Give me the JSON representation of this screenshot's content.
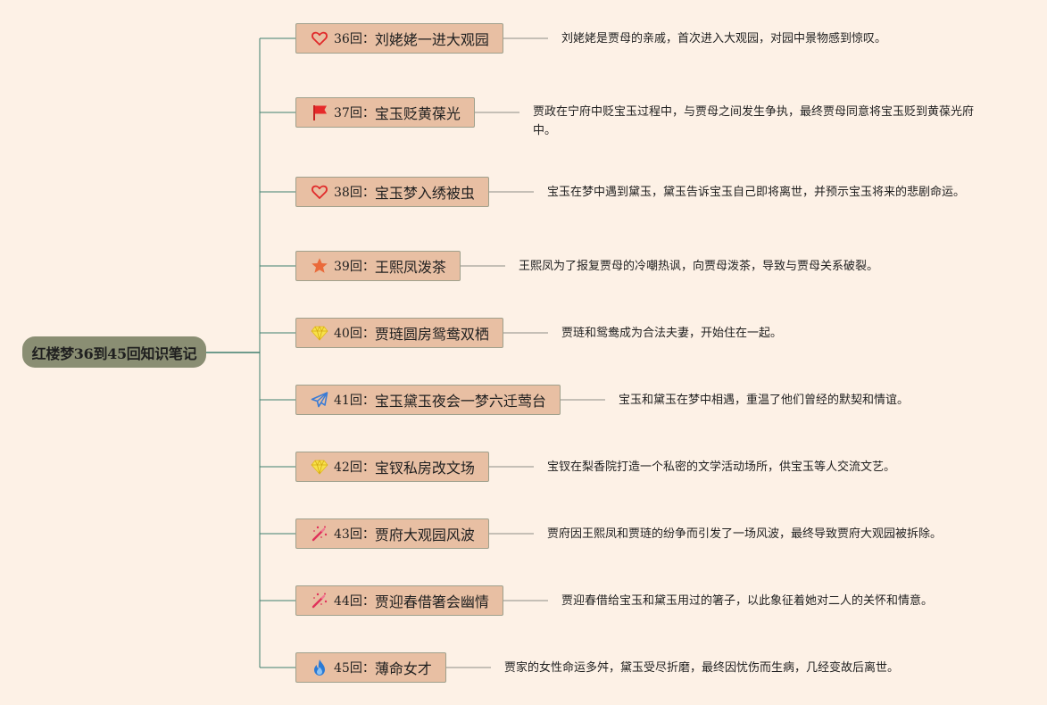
{
  "root": {
    "label": "红楼梦36到45回知识笔记"
  },
  "chapters": [
    {
      "number": "36回：",
      "title": "刘姥姥一进大观园",
      "icon": "heart-outline-icon",
      "desc": "刘姥姥是贾母的亲戚，首次进入大观园，对园中景物感到惊叹。"
    },
    {
      "number": "37回：",
      "title": "宝玉贬黄葆光",
      "icon": "red-flag-icon",
      "desc": "贾政在宁府中贬宝玉过程中，与贾母之间发生争执，最终贾母同意将宝玉贬到黄葆光府中。"
    },
    {
      "number": "38回：",
      "title": "宝玉梦入绣被虫",
      "icon": "heart-outline-icon",
      "desc": "宝玉在梦中遇到黛玉，黛玉告诉宝玉自己即将离世，并预示宝玉将来的悲剧命运。"
    },
    {
      "number": "39回：",
      "title": "王熙凤泼茶",
      "icon": "star-icon",
      "desc": "王熙凤为了报复贾母的冷嘲热讽，向贾母泼茶，导致与贾母关系破裂。"
    },
    {
      "number": "40回：",
      "title": "贾琏圆房鸳鸯双栖",
      "icon": "diamond-icon",
      "desc": "贾琏和鸳鸯成为合法夫妻，开始住在一起。"
    },
    {
      "number": "41回：",
      "title": "宝玉黛玉夜会一梦六迁莺台",
      "icon": "paper-plane-icon",
      "desc": "宝玉和黛玉在梦中相遇，重温了他们曾经的默契和情谊。"
    },
    {
      "number": "42回：",
      "title": "宝钗私房改文场",
      "icon": "diamond-icon",
      "desc": "宝钗在梨香院打造一个私密的文学活动场所，供宝玉等人交流文艺。"
    },
    {
      "number": "43回：",
      "title": "贾府大观园风波",
      "icon": "magic-wand-icon",
      "desc": "贾府因王熙凤和贾琏的纷争而引发了一场风波，最终导致贾府大观园被拆除。"
    },
    {
      "number": "44回：",
      "title": "贾迎春借箸会幽情",
      "icon": "magic-wand-icon",
      "desc": "贾迎春借给宝玉和黛玉用过的箸子，以此象征着她对二人的关怀和情意。"
    },
    {
      "number": "45回：",
      "title": "薄命女才",
      "icon": "fire-icon",
      "desc": "贾家的女性命运多舛，黛玉受尽折磨，最终因忧伤而生病，几经变故后离世。"
    }
  ],
  "colors": {
    "background": "#fdf1e6",
    "root_fill": "#8a8e73",
    "node_fill": "#e8bfa3",
    "node_border": "#9fa08c",
    "connector": "#3f7f6f"
  }
}
